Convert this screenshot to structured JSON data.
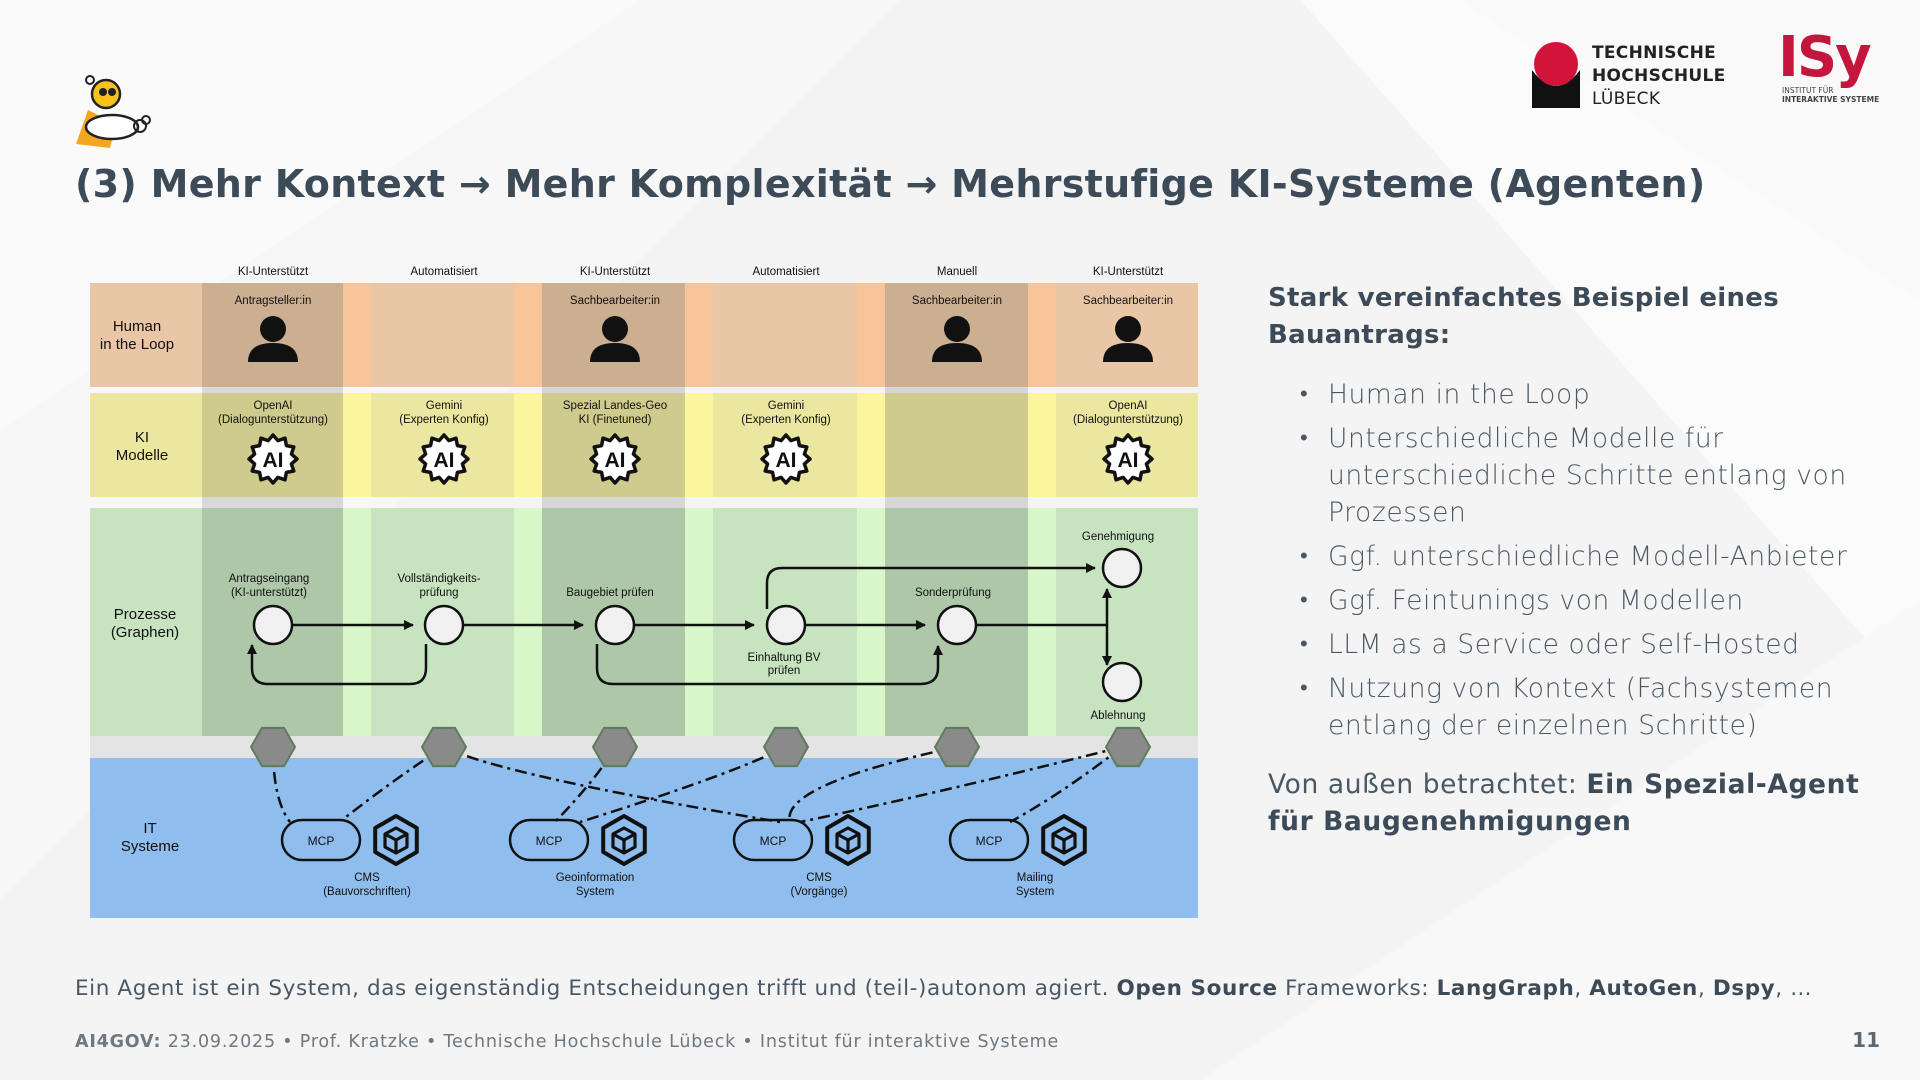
{
  "title": "(3) Mehr Kontext → Mehr Komplexität → Mehrstufige KI-Systeme (Agenten)",
  "logos": {
    "th_lines": [
      "TECHNISCHE",
      "HOCHSCHULE",
      "LÜBECK"
    ],
    "isy": "ISy",
    "isy_sub": [
      "INSTITUT FÜR",
      "INTERAKTIVE SYSTEME"
    ]
  },
  "diagram": {
    "row_labels": {
      "human": [
        "Human",
        "in the Loop"
      ],
      "ki": [
        "KI",
        "Modelle"
      ],
      "prozesse": [
        "Prozesse",
        "(Graphen)"
      ],
      "it": [
        "IT",
        "Systeme"
      ]
    },
    "columns": [
      {
        "mode": "KI-Unterstützt",
        "human": "Antragsteller:in",
        "model": [
          "OpenAI",
          "(Dialogunterstützung)"
        ]
      },
      {
        "mode": "Automatisiert",
        "human": "",
        "model": [
          "Gemini",
          "(Experten Konfig)"
        ]
      },
      {
        "mode": "KI-Unterstützt",
        "human": "Sachbearbeiter:in",
        "model": [
          "Spezial Landes-Geo",
          "KI (Finetuned)"
        ]
      },
      {
        "mode": "Automatisiert",
        "human": "",
        "model": [
          "Gemini",
          "(Experten Konfig)"
        ]
      },
      {
        "mode": "Manuell",
        "human": "Sachbearbeiter:in",
        "model": [
          "",
          ""
        ]
      },
      {
        "mode": "KI-Unterstützt",
        "human": "Sachbearbeiter:in",
        "model": [
          "OpenAI",
          "(Dialogunterstützung)"
        ]
      }
    ],
    "process_nodes": {
      "antragseingang": [
        "Antragseingang",
        "(KI-unterstützt)"
      ],
      "vollstaendigkeit": [
        "Vollständigkeits-",
        "prüfung"
      ],
      "baugebiet": [
        "Baugebiet prüfen"
      ],
      "einhaltung": [
        "Einhaltung BV",
        "prüfen"
      ],
      "sonderpruefung": [
        "Sonderprüfung"
      ],
      "genehmigung": [
        "Genehmigung"
      ],
      "ablehnung": [
        "Ablehnung"
      ]
    },
    "ai_icon_label": "AI",
    "mcp_label": "MCP",
    "systems": [
      [
        "CMS",
        "(Bauvorschriften)"
      ],
      [
        "Geoinformation",
        "System"
      ],
      [
        "CMS",
        "(Vorgänge)"
      ],
      [
        "Mailing",
        "System"
      ]
    ]
  },
  "side": {
    "heading": "Stark vereinfachtes Beispiel eines Bauantrags:",
    "bullets": [
      "Human in the Loop",
      "Unterschiedliche Modelle für unterschiedliche Schritte entlang von Prozessen",
      "Ggf. unterschiedliche Modell-Anbieter",
      "Ggf. Feintunings von Modellen",
      "LLM as a Service oder Self-Hosted",
      "Nutzung von Kontext (Fachsystemen entlang der einzelnen Schritte)"
    ],
    "conclusion_plain": "Von außen betrachtet: ",
    "conclusion_bold": "Ein Spezial-Agent für Baugenehmigungen"
  },
  "bottom": {
    "text1": "Ein Agent ist ein System, das eigenständig Entscheidungen trifft und (teil-)autonom agiert. ",
    "bold1": "Open Source",
    "text2": " Frameworks: ",
    "bold2": "LangGraph",
    "sep1": ", ",
    "bold3": "AutoGen",
    "sep2": ", ",
    "bold4": "Dspy",
    "text3": ", …"
  },
  "footer": {
    "event": "AI4GOV:",
    "rest": " 23.09.2025  •  Prof. Kratzke • Technische Hochschule Lübeck • Institut für interaktive Systeme"
  },
  "page_number": "11",
  "colors": {
    "human_band": "#e9c6a6",
    "ki_band": "#ebe7a0",
    "process_band": "#c7e3c0",
    "it_band": "#8fbdee",
    "title": "#3d4a57",
    "th_red": "#d2143a"
  }
}
